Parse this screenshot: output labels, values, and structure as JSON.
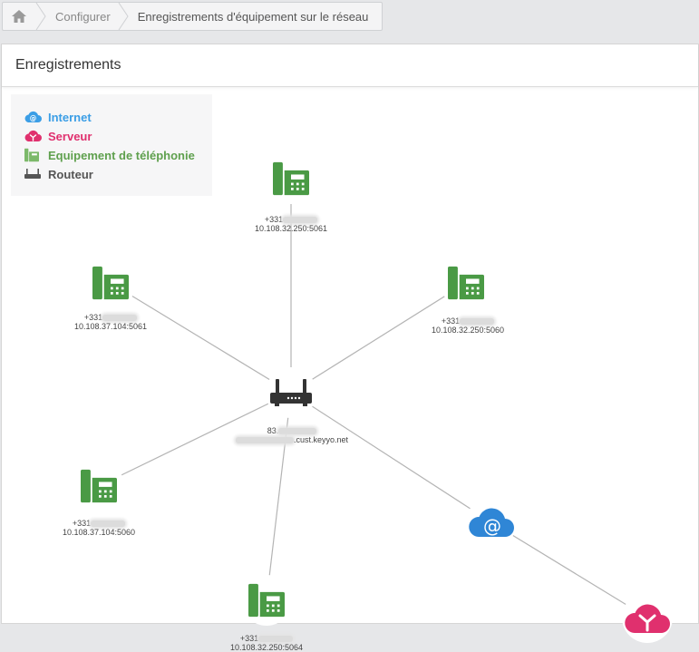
{
  "breadcrumb": {
    "items": [
      "Configurer",
      "Enregistrements d'équipement sur le réseau"
    ]
  },
  "panel": {
    "title": "Enregistrements"
  },
  "legend": [
    {
      "label": "Internet",
      "color": "#3b9ee6",
      "icon": "cloud-at-icon"
    },
    {
      "label": "Serveur",
      "color": "#e0306e",
      "icon": "server-cloud-icon"
    },
    {
      "label": "Equipement de téléphonie",
      "color": "#5fa04e",
      "icon": "desk-phone-icon"
    },
    {
      "label": "Routeur",
      "color": "#444444",
      "icon": "router-icon"
    }
  ],
  "colors": {
    "phone": "#4a9a45",
    "router": "#333333",
    "internet": "#2f86d6",
    "server": "#e0306e",
    "edge": "#b4b4b4"
  },
  "nodes": {
    "router": {
      "line1": "83.",
      "line2": ".cust.keyyo.net"
    },
    "phones": [
      {
        "number": "+331",
        "address": "10.108.32.250:5061"
      },
      {
        "number": "+331",
        "address": "10.108.37.104:5061"
      },
      {
        "number": "+331",
        "address": "10.108.32.250:5060"
      },
      {
        "number": "+331",
        "address": "10.108.37.104:5060"
      },
      {
        "number": "+331",
        "address": "10.108.32.250:5064"
      }
    ]
  }
}
